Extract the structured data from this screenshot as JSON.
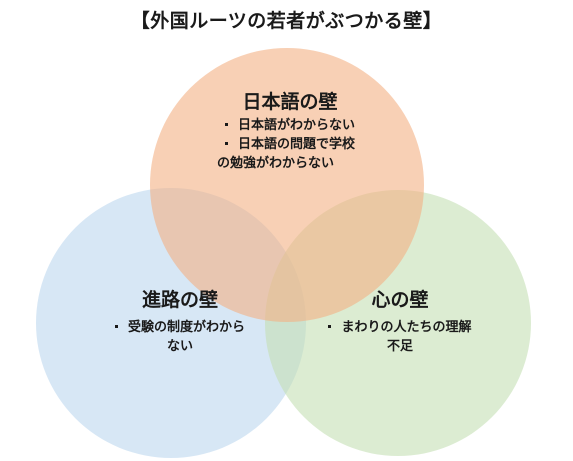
{
  "title": "【外国ルーツの若者がぶつかる壁】",
  "colors": {
    "top_circle": "#f4b084",
    "left_circle": "#bdd7ee",
    "right_circle": "#c5e0b4"
  },
  "circles": {
    "top": {
      "heading": "日本語の壁",
      "items": [
        "日本語がわからない",
        "日本語の問題で学校"
      ],
      "item_continuation": "の勉強がわからない"
    },
    "left": {
      "heading": "進路の壁",
      "items": [
        "受験の制度がわから"
      ],
      "item_continuation": "ない"
    },
    "right": {
      "heading": "心の壁",
      "items": [
        "まわりの人たちの理解"
      ],
      "item_continuation": "不足"
    }
  }
}
